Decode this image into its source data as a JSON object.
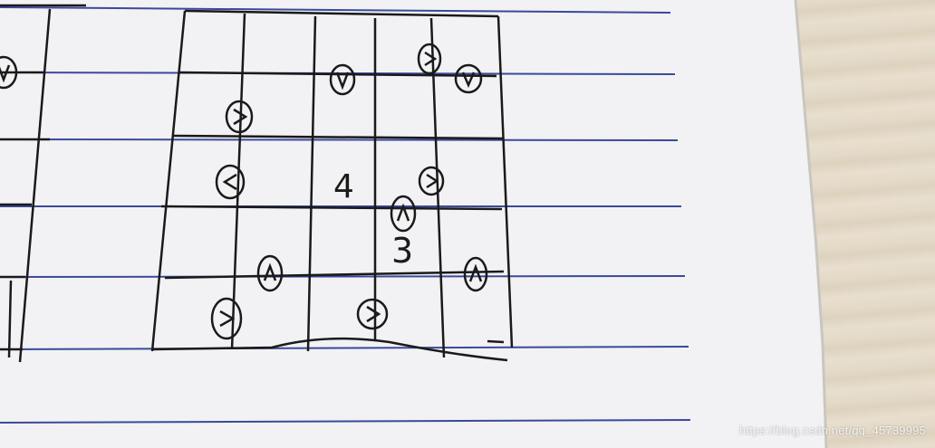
{
  "handwritten": {
    "number_4": "4",
    "number_3": "3"
  },
  "watermark": {
    "text": "https://blog.csdn.net/qq_45739995"
  },
  "circled_marks": [
    {
      "symbol": "V"
    },
    {
      "symbol": "V"
    },
    {
      "symbol": ">"
    },
    {
      "symbol": "V"
    },
    {
      "symbol": ">"
    },
    {
      "symbol": "<"
    },
    {
      "symbol": ">"
    },
    {
      "symbol": "^"
    },
    {
      "symbol": "^"
    },
    {
      "symbol": "^"
    },
    {
      "symbol": ">"
    },
    {
      "symbol": ">"
    }
  ],
  "colors": {
    "ink": "#1a1a1a",
    "ruled_line": "#3a4a9a",
    "paper": "#f3f3f5",
    "desk": "#e3d9c7"
  }
}
